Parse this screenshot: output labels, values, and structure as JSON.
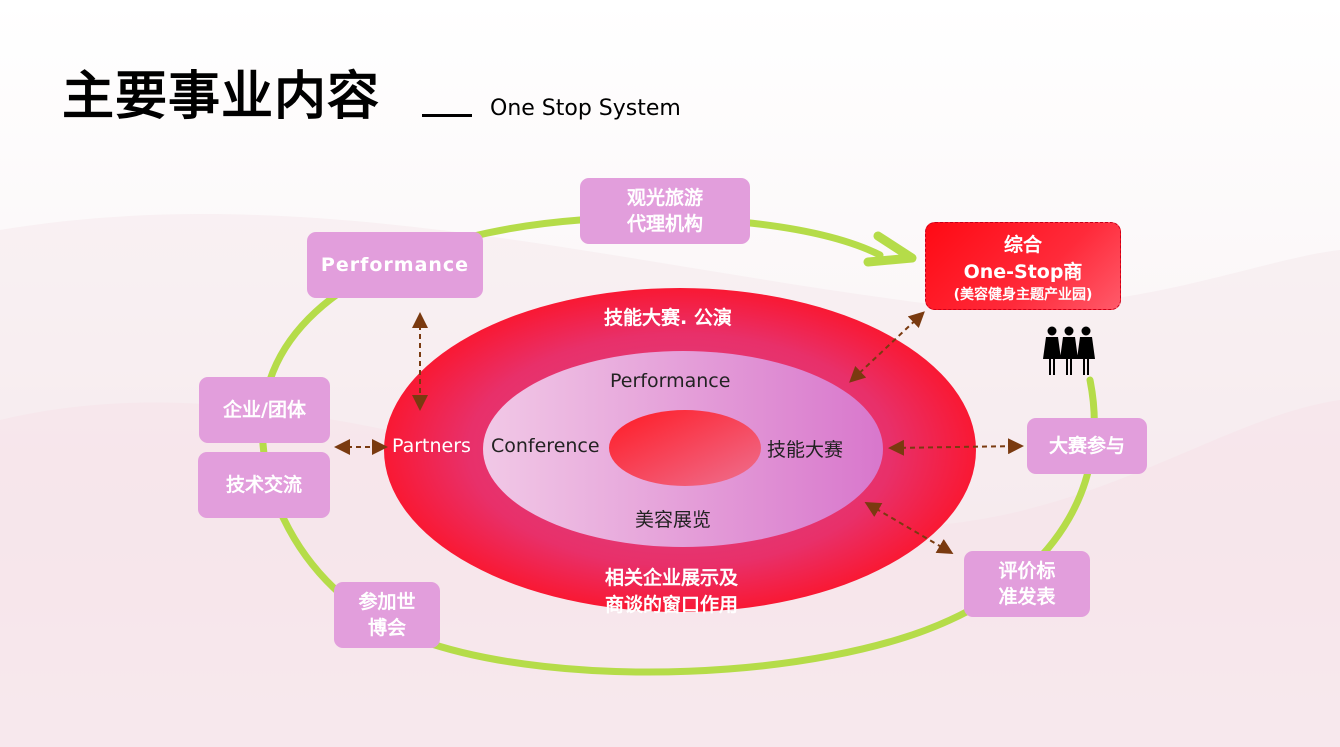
{
  "header": {
    "title": "主要事业内容",
    "subtitle": "One Stop System"
  },
  "colors": {
    "ring": "#b5dc49",
    "box": "#e29edc",
    "outer_ellipse": "#e8254e",
    "hub_red": "#ff1a24",
    "arrow": "#7a3a10"
  },
  "outer_boxes": {
    "tourism": {
      "line1": "观光旅游",
      "line2": "代理机构"
    },
    "performance": "Performance",
    "enterprise": "企业/团体",
    "tech_exchange": "技术交流",
    "expo": {
      "line1": "参加世",
      "line2": "博会"
    },
    "contest_join": "大赛参与",
    "standard": {
      "line1": "评价标",
      "line2": "准发表"
    }
  },
  "hub": {
    "line1": "综合",
    "line2": "One-Stop商",
    "line3": "(美容健身主题产业园)",
    "icon": "people-group-icon"
  },
  "ellipse": {
    "outer_top": "技能大赛. 公演",
    "outer_left": "Partners",
    "outer_bottom_1": "相关企业展示及",
    "outer_bottom_2": "商谈的窗口作用",
    "inner_top": "Performance",
    "inner_left": "Conference",
    "inner_right": "技能大赛",
    "inner_bottom": "美容展览"
  }
}
